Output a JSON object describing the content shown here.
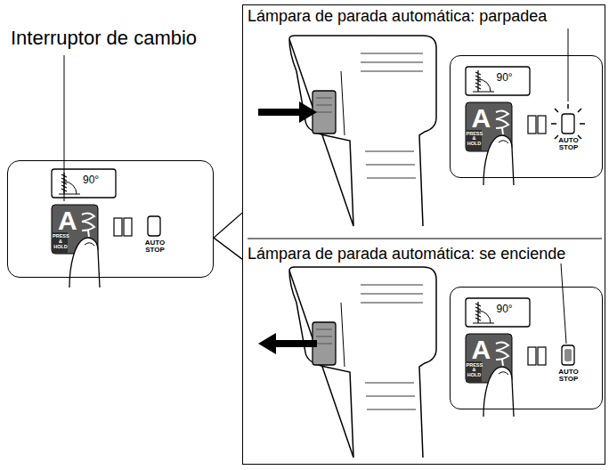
{
  "diagram": {
    "nodes": [
      {
        "text": [
          "90°",
          "A",
          "PRESS & HOLD",
          "AUTO STOP"
        ]
      },
      {
        "text": [
          "Lámpara de parada automática: parpadea",
          "Lámpara de parada automática: se enciende"
        ]
      },
      {
        "text": [
          "90°",
          "A",
          "PRESS & HOLD",
          "AUTO STOP"
        ],
        "in": 1
      },
      {
        "text": [
          "90°",
          "A",
          "PRESS & HOLD",
          "AUTO STOP"
        ],
        "in": 1
      }
    ],
    "edges": [
      {
        "from": 0,
        "to": 1,
        "arrow": "none"
      }
    ],
    "labels": [
      "Interruptor de cambio"
    ]
  }
}
